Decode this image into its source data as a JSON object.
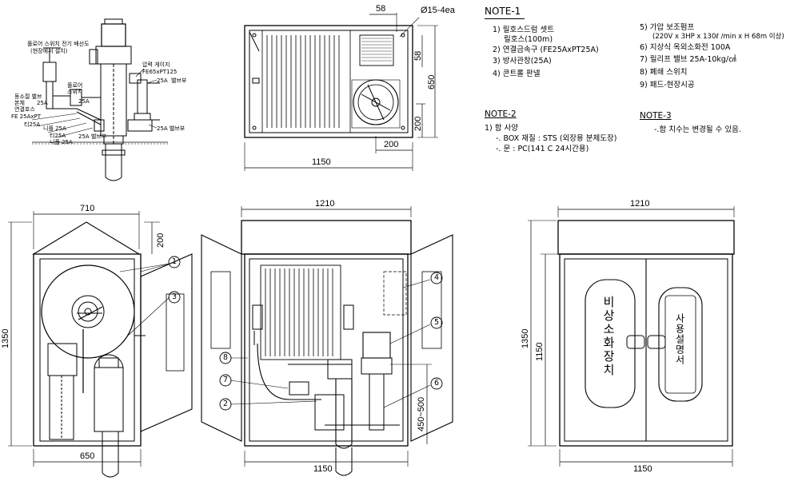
{
  "notes": {
    "note1": {
      "heading": "NOTE-1",
      "items": [
        "1) 릴호스드럼 셋트",
        "릴호스(100m)",
        "2) 연결금속구 (FE25AxPT25A)",
        "3) 방사관창(25A)",
        "4) 콘트롤 판넬",
        "5) 가압 보조펌프",
        "(220V x 3HP x 130ℓ /min x H 68m 이상)",
        "6) 지상식 옥외소화전 100A",
        "7) 릴리프 밸브 25A-10kg/㎠",
        "8) 폐쇄 스위치",
        "9) 패드-현장시공"
      ]
    },
    "note2": {
      "heading": "NOTE-2",
      "items": [
        "1) 함 사양",
        "-. BOX 재질 : STS (외장용 분체도장)",
        "-. 문 : PC(141 C 24시간용)"
      ]
    },
    "note3": {
      "heading": "NOTE-3",
      "items": [
        "-.함 치수는 변경될 수 있음."
      ]
    }
  },
  "side_labels": {
    "l1": "플로어 스위치 전기 배선도",
    "l2": "(현장에서 설치)",
    "l3": "압력 게이지",
    "l4": "FE65xPT125",
    "l5": "25A",
    "l6": "밸브부",
    "l7": "플로어",
    "l8": "스위치",
    "l9": "25A",
    "l10": "동소절 밸브",
    "l11": "본체",
    "l12": "25A",
    "l13": "연결호스",
    "l14": "FE 25AxPT",
    "l15": "티25A",
    "l16": "니플 25A",
    "l17": "티25A",
    "l18": "니플 25A",
    "l19": "25A 밸브부",
    "l20": "25A 밸브부"
  },
  "dimensions": {
    "top_1150": "1150",
    "top_58a": "58",
    "top_hole": "Ø15-4ea",
    "top_58b": "58",
    "top_650": "650",
    "top_200a": "200",
    "top_200b": "200",
    "front_710": "710",
    "front_200": "200",
    "front_1350": "1350",
    "front_650": "650",
    "mid_1210": "1210",
    "mid_1150": "1150",
    "mid_450_500": "450~500",
    "right_1210": "1210",
    "right_1350": "1350",
    "right_1150a": "1150",
    "right_1150b": "1150"
  },
  "callouts": [
    "1",
    "2",
    "3",
    "4",
    "5",
    "6",
    "7",
    "8"
  ],
  "door_left_text": "비상소화장치",
  "door_right_text": "사용설명서"
}
